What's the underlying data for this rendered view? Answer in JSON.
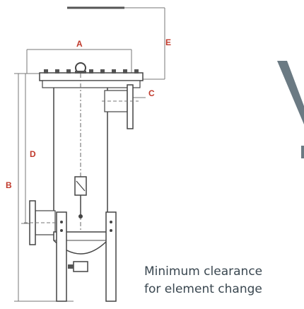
{
  "diagram": {
    "dimension_labels": {
      "a": "A",
      "b": "B",
      "c": "C",
      "d": "D",
      "e": "E"
    },
    "caption": {
      "line1": "Minimum clearance",
      "line2": "for element change"
    },
    "colors": {
      "line": "#555555",
      "label": "#c0392b",
      "caption": "#3a4750",
      "accent": "#6b7a83"
    }
  }
}
